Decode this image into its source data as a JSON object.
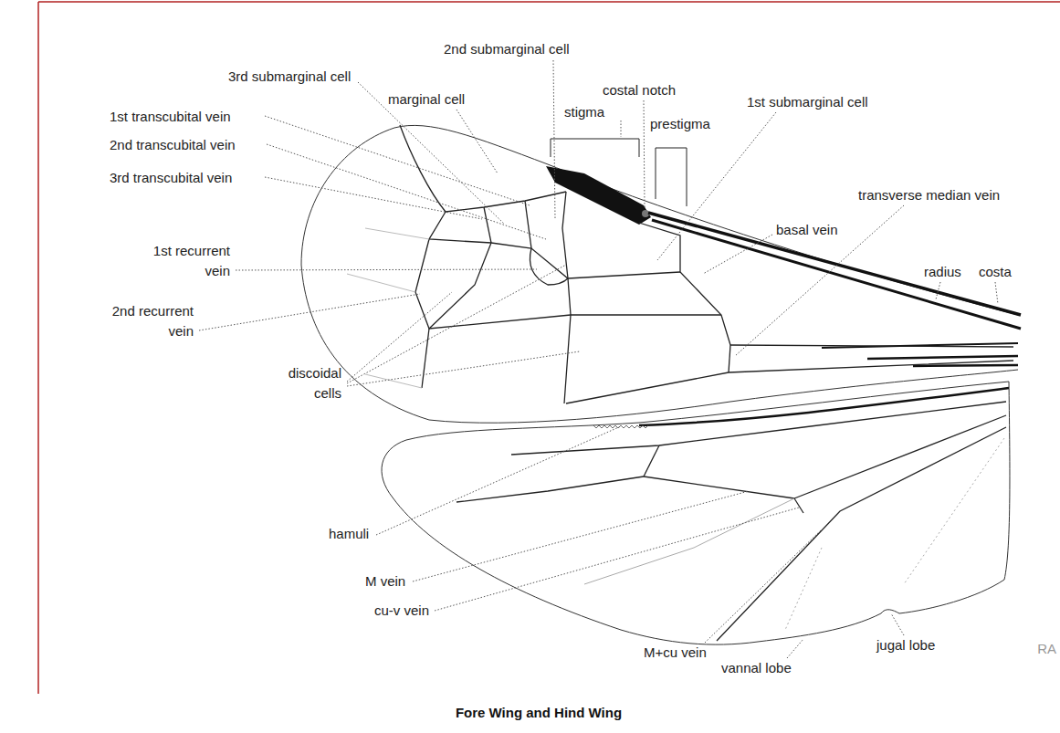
{
  "diagram": {
    "caption": "Fore Wing and Hind Wing",
    "labels": [
      "2nd submarginal cell",
      "3rd submarginal cell",
      "marginal cell",
      "costal notch",
      "stigma",
      "prestigma",
      "1st submarginal cell",
      "1st transcubital vein",
      "2nd transcubital vein",
      "3rd transcubital vein",
      "transverse median vein",
      "basal vein",
      "radius",
      "costa",
      "1st recurrent vein",
      "2nd recurrent vein",
      "discoidal cells",
      "hamuli",
      "M vein",
      "cu-v vein",
      "M+cu vein",
      "vannal lobe",
      "jugal lobe",
      "RA"
    ]
  }
}
